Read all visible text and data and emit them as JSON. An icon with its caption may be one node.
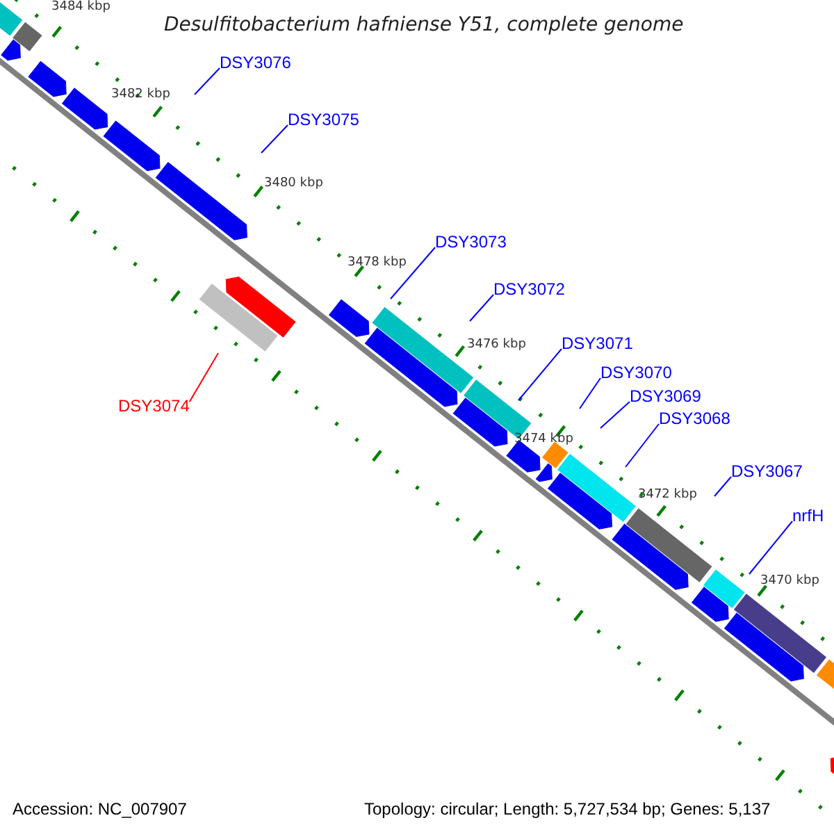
{
  "diagram": {
    "title": "Desulfitobacterium hafniense Y51, complete genome",
    "nodes": [
      {
        "text": [
          "DSY3076"
        ]
      },
      {
        "text": [
          "DSY3075"
        ]
      },
      {
        "text": [
          "DSY3073"
        ]
      },
      {
        "text": [
          "DSY3072"
        ]
      },
      {
        "text": [
          "DSY3071"
        ]
      },
      {
        "text": [
          "DSY3070"
        ]
      },
      {
        "text": [
          "DSY3069"
        ]
      },
      {
        "text": [
          "DSY3074"
        ]
      },
      {
        "text": [
          "DSY3068"
        ]
      },
      {
        "text": [
          "DSY3067"
        ]
      },
      {
        "text": [
          "nrfH"
        ]
      }
    ],
    "edges": [
      {
        "from": 0,
        "to": null,
        "arrow": "none"
      },
      {
        "from": 1,
        "to": null,
        "arrow": "none"
      },
      {
        "from": 2,
        "to": null,
        "arrow": "none"
      },
      {
        "from": 3,
        "to": null,
        "arrow": "none"
      },
      {
        "from": 4,
        "to": null,
        "arrow": "none"
      },
      {
        "from": 5,
        "to": null,
        "arrow": "none"
      },
      {
        "from": 6,
        "to": null,
        "arrow": "none"
      },
      {
        "from": 7,
        "to": null,
        "arrow": "none",
        "color": "#ff0000"
      },
      {
        "from": 8,
        "to": null,
        "arrow": "none"
      },
      {
        "from": 9,
        "to": null,
        "arrow": "none"
      },
      {
        "from": 10,
        "to": null,
        "arrow": "none"
      }
    ],
    "labels": [
      "3484 kbp",
      "3482 kbp",
      "3480 kbp",
      "3478 kbp",
      "3476 kbp",
      "3474 kbp",
      "3472 kbp",
      "3470 kbp",
      "Accession: NC_007907",
      "Topology: circular; Length: 5,727,534 bp; Genes: 5,137"
    ]
  }
}
